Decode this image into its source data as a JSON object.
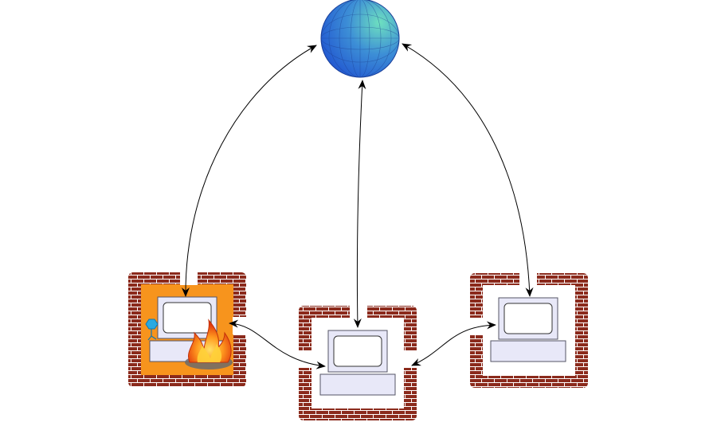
{
  "diagram": {
    "nodes": [
      {
        "id": "internet-globe",
        "kind": "globe"
      },
      {
        "id": "infected-computer",
        "kind": "computer",
        "compromised": true
      },
      {
        "id": "center-computer",
        "kind": "computer",
        "compromised": false
      },
      {
        "id": "right-computer",
        "kind": "computer",
        "compromised": false
      }
    ],
    "links": [
      {
        "from": "infected-computer",
        "to": "internet-globe",
        "direction": "both"
      },
      {
        "from": "center-computer",
        "to": "internet-globe",
        "direction": "both"
      },
      {
        "from": "right-computer",
        "to": "internet-globe",
        "direction": "both"
      },
      {
        "from": "infected-computer",
        "to": "center-computer",
        "direction": "both"
      },
      {
        "from": "center-computer",
        "to": "right-computer",
        "direction": "both"
      }
    ]
  },
  "colors": {
    "brick": "#8b2a1c",
    "mortar": "#ffffff",
    "infected_fill": "#f7941d",
    "computer_fill": "#e8e8f8",
    "computer_stroke": "#555566",
    "globe_light": "#6ee0c0",
    "globe_dark": "#1e56d8",
    "arrow": "#000000",
    "flame_outer": "#e8420e",
    "flame_inner": "#ffd23a",
    "virus": "#29a9e1"
  },
  "icons": [
    "globe-icon",
    "computer-icon",
    "flame-icon",
    "virus-icon",
    "brick-wall-icon"
  ]
}
